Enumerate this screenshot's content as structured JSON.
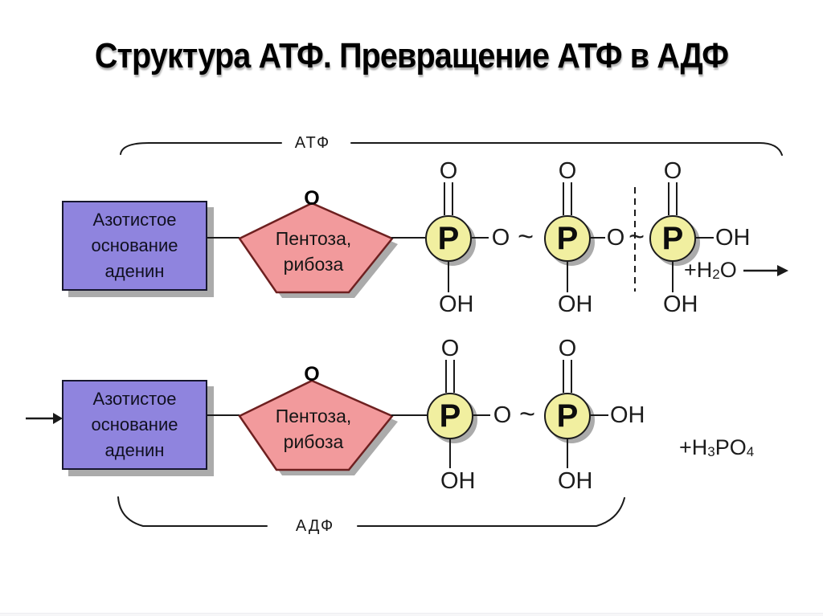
{
  "title": "Структура АТФ. Превращение АТФ в АДФ",
  "top_brace_label": "АТФ",
  "bottom_brace_label": "АДФ",
  "colors": {
    "purple": "#8f84de",
    "pink": "#f29a9c",
    "pink_border": "#6e2020",
    "yellow": "#f1efa0",
    "shadow": "#ababab",
    "ink": "#1a1a1a"
  },
  "row_atp": {
    "box_lines": [
      "Азотистое",
      "основание",
      "аденин"
    ],
    "pentagon_apex": "O",
    "pentagon_lines": [
      "Пентоза,",
      "рибоза"
    ],
    "p_labels": [
      "P",
      "P",
      "P"
    ],
    "o_top": [
      "O",
      "O",
      "O"
    ],
    "oh_bottom": [
      "OH",
      "OH",
      "OH"
    ],
    "bridge_o": [
      "O",
      "O"
    ],
    "tildes": [
      "~",
      "~"
    ],
    "oh_right": "OH",
    "water": {
      "prefix": "+H",
      "subscript": "2",
      "suffix": "O"
    }
  },
  "row_adp": {
    "box_lines": [
      "Азотистое",
      "основание",
      "аденин"
    ],
    "pentagon_apex": "O",
    "pentagon_lines": [
      "Пентоза,",
      "рибоза"
    ],
    "p_labels": [
      "P",
      "P"
    ],
    "o_top": [
      "O",
      "O"
    ],
    "oh_bottom": [
      "OH",
      "OH"
    ],
    "bridge_o": "O",
    "tilde": "~",
    "oh_right": "OH",
    "phosphoric": {
      "prefix": "+H",
      "sub_three": "3",
      "middle": "PO",
      "sub_four": "4"
    }
  }
}
